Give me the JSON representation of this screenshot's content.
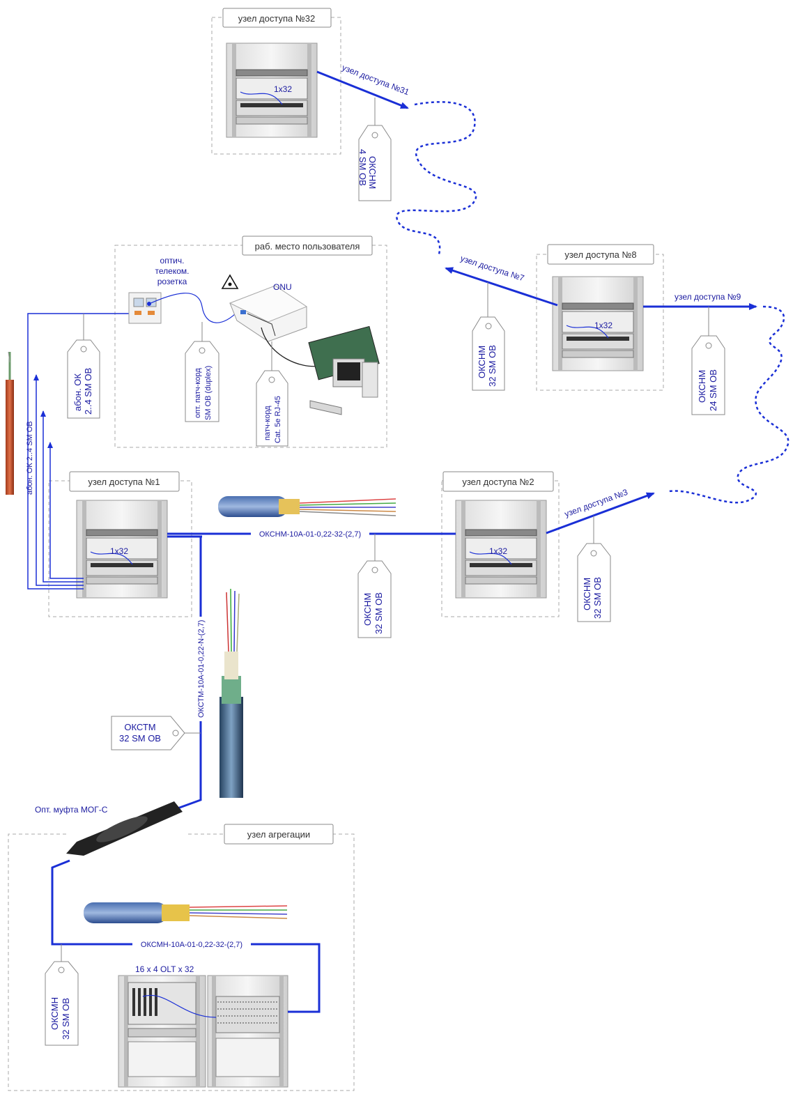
{
  "colors": {
    "link": "#1a2fd6",
    "dashed_border": "#aaaaaa",
    "cable_orange": "#c8502a"
  },
  "nodes": {
    "node32": "узел доступа №32",
    "node8": "узел доступа №8",
    "node1": "узел доступа №1",
    "node2": "узел доступа №2",
    "workplace": "раб. место пользователя",
    "aggregation": "узел агрегации"
  },
  "splitter": "1x32",
  "links": {
    "to31": "узел доступа №31",
    "to7": "узел доступа №7",
    "to9": "узел доступа №9",
    "to3": "узел доступа №3"
  },
  "tags": {
    "t_4sm": [
      "ОКСНМ",
      "4 SM ОВ"
    ],
    "t_32sm_n8": [
      "ОКСНМ",
      "32 SM ОВ"
    ],
    "t_24sm": [
      "ОКСНМ",
      "24 SM ОВ"
    ],
    "t_abon": [
      "абон. ОК",
      "2..4 SM ОВ"
    ],
    "t_patch_opt": [
      "опт. патч-корд",
      "SM ОВ (duplex)"
    ],
    "t_patch_cat": [
      "патч-корд",
      "Cat. 5e RJ-45"
    ],
    "t_32sm_mid": [
      "ОКСНМ",
      "32 SM ОВ"
    ],
    "t_32sm_n3": [
      "ОКСНМ",
      "32 SM ОВ"
    ],
    "t_okstm": [
      "ОКСТМ",
      "32 SM ОВ"
    ],
    "t_oksmn": [
      "ОКСМН",
      "32 SM ОВ"
    ]
  },
  "workplace": {
    "socket_label_1": "оптич.",
    "socket_label_2": "телеком.",
    "socket_label_3": "розетка",
    "onu": "ONU"
  },
  "cables": {
    "vertical_abon": "абон. ОК 2..4 SM ОВ",
    "main_line": "ОКСНМ-10А-01-0,22-32-(2,7)",
    "vertical_okstm": "ОКСТМ-10А-01-0,22-N-(2,7)",
    "agg_line": "ОКСМН-10А-01-0,22-32-(2,7)"
  },
  "coupling": "Опт. муфта МОГ-С",
  "olt": "16 x 4 OLT  x 32"
}
